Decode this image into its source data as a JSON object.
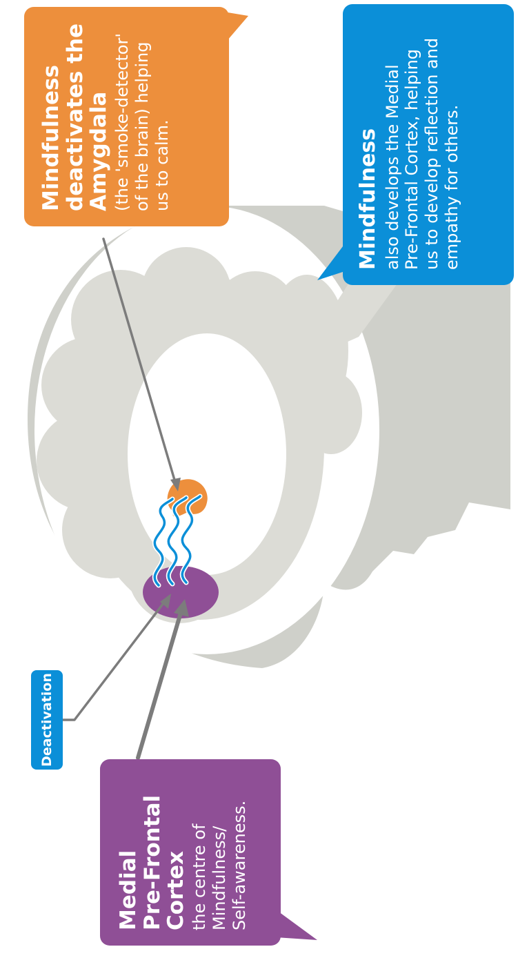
{
  "diagram": {
    "deactivation_label": "Deactivation",
    "medial_pfc_callout": {
      "title_lines": [
        "Medial",
        "Pre-Frontal",
        "Cortex"
      ],
      "body_lines": [
        "the centre of",
        "Mindfulness/",
        "Self-awareness."
      ]
    },
    "amygdala_callout": {
      "title_lines": [
        "Mindfulness",
        "deactivates the",
        "Amygdala"
      ],
      "body_lines": [
        "(the 'smoke-detector'",
        "of the brain) helping",
        "us to calm."
      ]
    },
    "prefrontal_callout": {
      "title": "Mindfulness",
      "body_lines": [
        "also develops the Medial",
        "Pre-Frontal Cortex, helping",
        "us to develop reflection and",
        "empathy for others."
      ]
    },
    "colors": {
      "purple": "#8f4f96",
      "orange": "#ed8f3c",
      "blue": "#0b8fd8",
      "head_grey": "#cfd0ca",
      "brain_grey": "#dcdcd6",
      "arrow_grey": "#7c7c7c"
    }
  }
}
